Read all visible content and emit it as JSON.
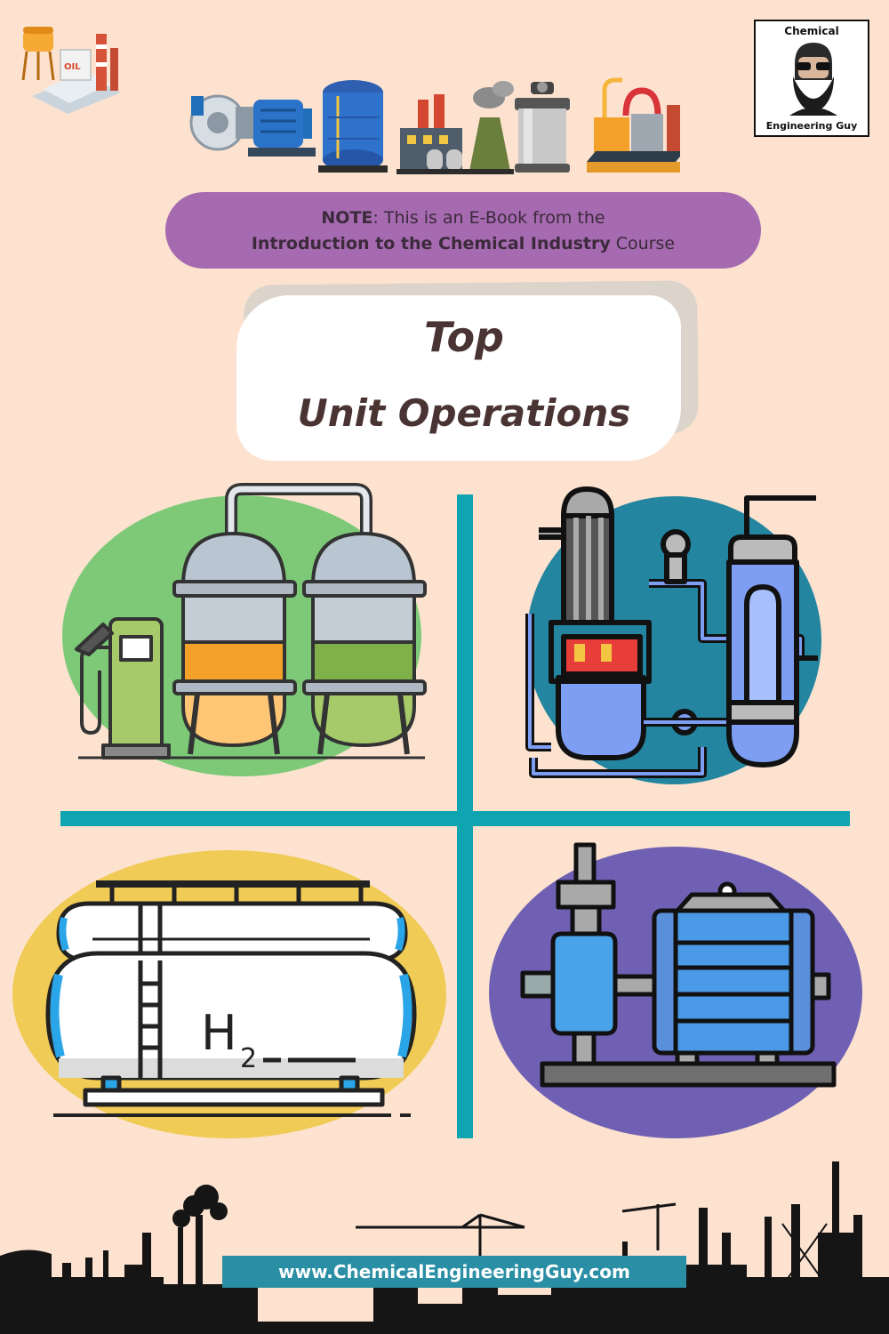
{
  "logo": {
    "line1": "Chemical",
    "line2": "Engineering Guy"
  },
  "note": {
    "label": "NOTE",
    "text1": ": This is an E-Book from the",
    "course": "Introduction to the Chemical Industry",
    "suffix": " Course"
  },
  "title": {
    "top": "Top",
    "main": "Unit Operations"
  },
  "tank_label": {
    "main": "H",
    "sub": "2"
  },
  "footer": {
    "url": "www.ChemicalEngineeringGuy.com"
  },
  "colors": {
    "background": "#fde2d0",
    "note_pill": "#a56aaf",
    "divider": "#0fa5b0",
    "green_blob": "#7dc978",
    "teal_blob": "#23859f",
    "yellow_blob": "#f0cb55",
    "purple_blob": "#6f60b4",
    "url_bar": "#2a8fa5"
  },
  "icons": [
    "oil-refinery-icon",
    "centrifugal-pump-icon",
    "storage-tank-icon",
    "factory-icon",
    "pressure-vessel-icon",
    "industrial-plant-icon",
    "engineer-portrait-icon",
    "settling-tanks-icon",
    "chemical-reactor-icon",
    "hydrogen-tank-icon",
    "motor-pump-icon",
    "industrial-skyline"
  ]
}
